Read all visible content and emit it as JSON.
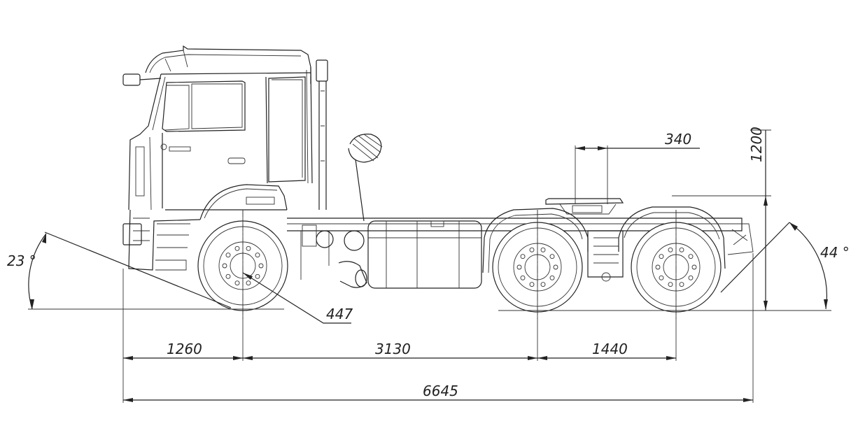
{
  "dimensions": {
    "front_overhang": "1260",
    "wheelbase_front": "3130",
    "bogie_spacing": "1440",
    "overall_length": "6645",
    "fifth_wheel_offset": "340",
    "fifth_wheel_height": "1200",
    "ground_clearance": "447",
    "approach_angle": "23 °",
    "departure_angle": "44 °"
  }
}
